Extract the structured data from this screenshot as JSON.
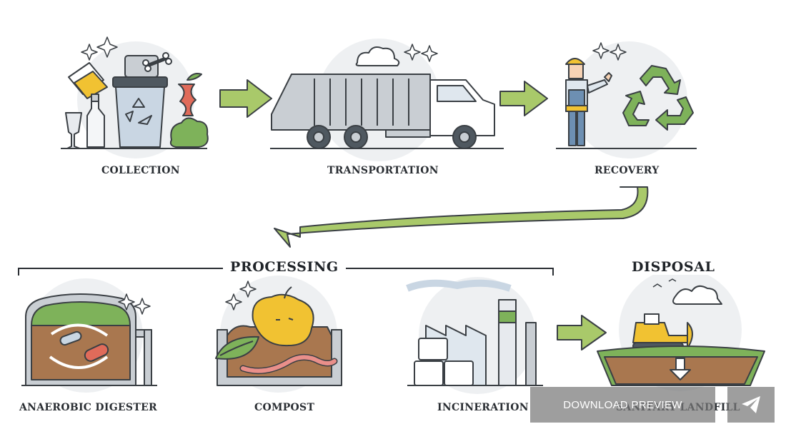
{
  "stages_row1": [
    {
      "label": "COLLECTION"
    },
    {
      "label": "TRANSPORTATION"
    },
    {
      "label": "RECOVERY"
    }
  ],
  "sections": {
    "processing": "PROCESSING",
    "disposal": "DISPOSAL"
  },
  "stages_row2": [
    {
      "label": "ANAEROBIC DIGESTER"
    },
    {
      "label": "COMPOST"
    },
    {
      "label": "INCINERATION"
    },
    {
      "label": "SANITARY LANDFILL"
    }
  ],
  "overlay": {
    "download_label": "DOWNLOAD PREVIEW"
  },
  "colors": {
    "arrow": "#a9c96a",
    "outline": "#3a3f44",
    "grey": "#c9ced3",
    "green": "#7eb25a",
    "brown": "#a9774f",
    "yellow": "#f1c232"
  }
}
